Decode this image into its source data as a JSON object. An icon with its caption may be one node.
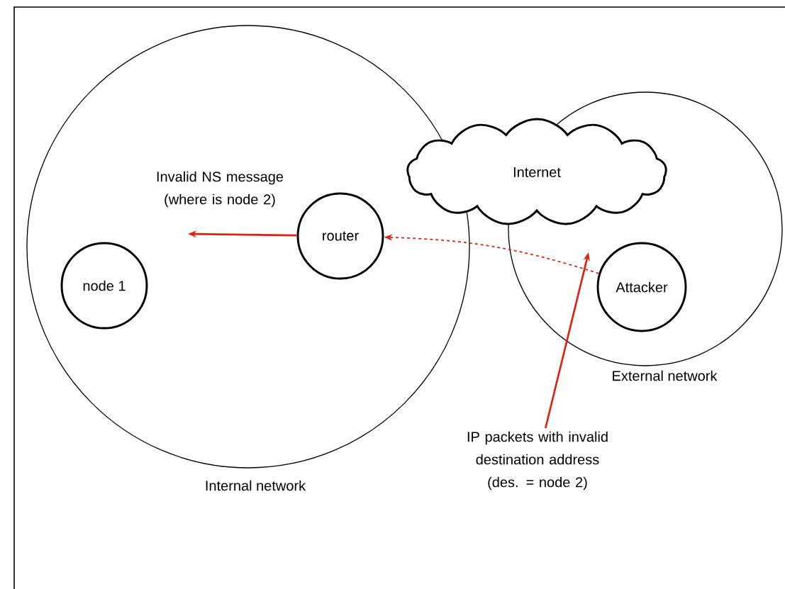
{
  "diagram": {
    "nodes": [
      {
        "text": [
          "Internal network"
        ]
      },
      {
        "text": [
          "External network"
        ]
      },
      {
        "text": [
          "router"
        ],
        "in": 0
      },
      {
        "text": [
          "node 1"
        ],
        "in": 0
      },
      {
        "text": [
          "Attacker"
        ],
        "in": 1
      },
      {
        "text": [
          "Internet"
        ]
      },
      {
        "text": [
          "IP packets with invalid destination address (des. = node 2)"
        ]
      }
    ],
    "edges": [
      {
        "from": 2,
        "to": null,
        "arrow": "to",
        "color": "#e02010",
        "label": "Invalid NS message (where is node 2)"
      },
      {
        "from": 4,
        "to": 2,
        "arrow": "to",
        "style": "dashed",
        "color": "#e02010"
      },
      {
        "from": 6,
        "to": null,
        "arrow": "to",
        "color": "#e02010"
      }
    ]
  }
}
